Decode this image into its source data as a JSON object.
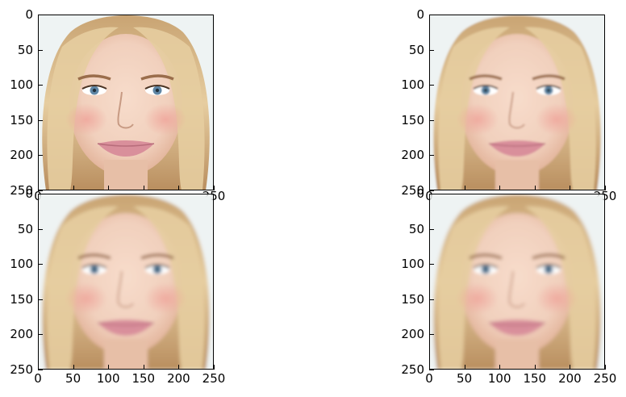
{
  "panels": [
    {
      "variant": "original"
    },
    {
      "variant": "reconstruction-1"
    },
    {
      "variant": "reconstruction-2"
    },
    {
      "variant": "reconstruction-3"
    }
  ],
  "axes": {
    "y_ticks": [
      "0",
      "50",
      "100",
      "150",
      "200",
      "250"
    ],
    "x_ticks": [
      "0",
      "50",
      "100",
      "150",
      "200",
      "250"
    ]
  },
  "colors": {
    "background": "#ffffff",
    "hair_light": "#e6cda0",
    "hair_mid": "#c9a473",
    "skin": "#f1d0bd",
    "cheek": "#ef9f96",
    "lips": "#d98f9b",
    "iris": "#5f86a5"
  }
}
